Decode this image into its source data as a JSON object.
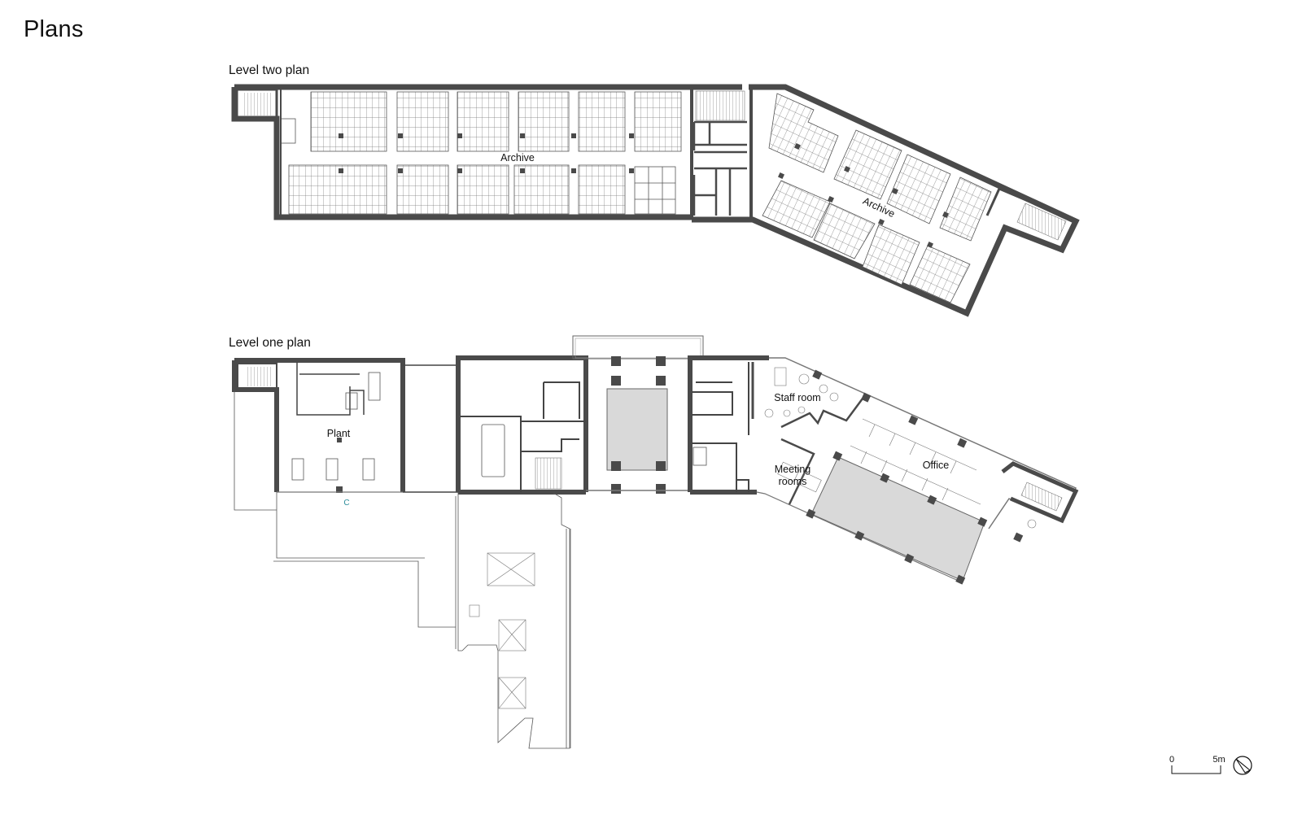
{
  "page": {
    "title": "Plans"
  },
  "plans": [
    {
      "id": "level-two",
      "label": "Level two plan",
      "rooms": [
        {
          "name": "Archive",
          "location": "west wing"
        },
        {
          "name": "Archive",
          "location": "angled east wing"
        }
      ]
    },
    {
      "id": "level-one",
      "label": "Level one plan",
      "rooms": [
        {
          "name": "Plant"
        },
        {
          "name": "Staff room"
        },
        {
          "name": "Meeting rooms",
          "lines": [
            "Meeting",
            "rooms"
          ]
        },
        {
          "name": "Office"
        }
      ],
      "grid_marker": "C"
    }
  ],
  "scale_bar": {
    "start_label": "0",
    "end_label": "5m"
  },
  "icons": {
    "north_arrow": "north-arrow-icon"
  },
  "colors": {
    "wall": "#4a4a4a",
    "void_fill": "#d9d9d9",
    "grid_marker": "#2a8c9a",
    "background": "#ffffff"
  }
}
